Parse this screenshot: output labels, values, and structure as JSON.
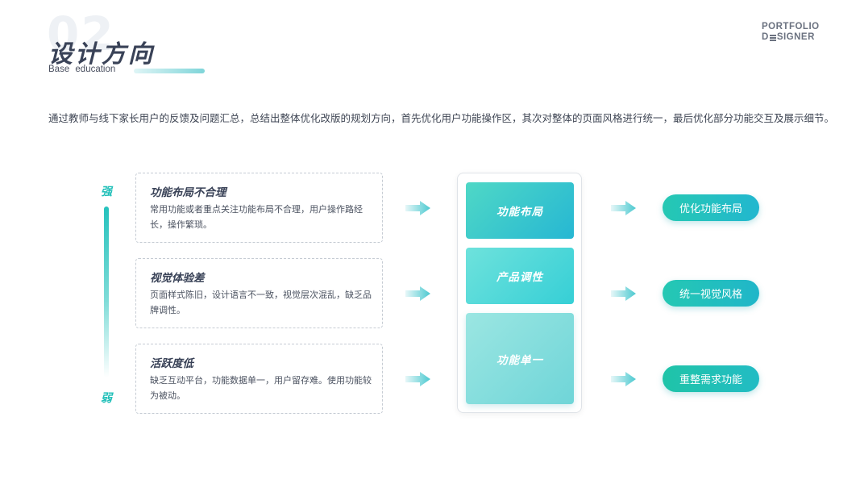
{
  "header": {
    "bg_number": "02",
    "title": "设计方向",
    "subtitle": "Base  education",
    "brand_line1": "PORTFOLIO",
    "brand_line2_prefix": "D",
    "brand_line2_suffix": "SIGNER"
  },
  "intro": "通过教师与线下家长用户的反馈及问题汇总，总结出整体优化改版的规划方向，首先优化用户功能操作区，其次对整体的页面风格进行统一，最后优化部分功能交互及展示细节。",
  "scale": {
    "top_label": "强",
    "bottom_label": "弱"
  },
  "problems": [
    {
      "title": "功能布局不合理",
      "text": "常用功能或者重点关注功能布局不合理，用户操作路经长，操作繁琐。"
    },
    {
      "title": "视觉体验差",
      "text": "页面样式陈旧，设计语言不一致，视觉层次混乱，缺乏品牌调性。"
    },
    {
      "title": "活跃度低",
      "text": "缺乏互动平台，功能数据单一，用户留存难。使用功能较为被动。"
    }
  ],
  "focus_areas": [
    "功能布局",
    "产品调性",
    "功能单一"
  ],
  "solutions": [
    "优化功能布局",
    "统一视觉风格",
    "重整需求功能"
  ],
  "colors": {
    "accent": "#25c2bd",
    "title": "#394257",
    "text": "#4b5260"
  }
}
